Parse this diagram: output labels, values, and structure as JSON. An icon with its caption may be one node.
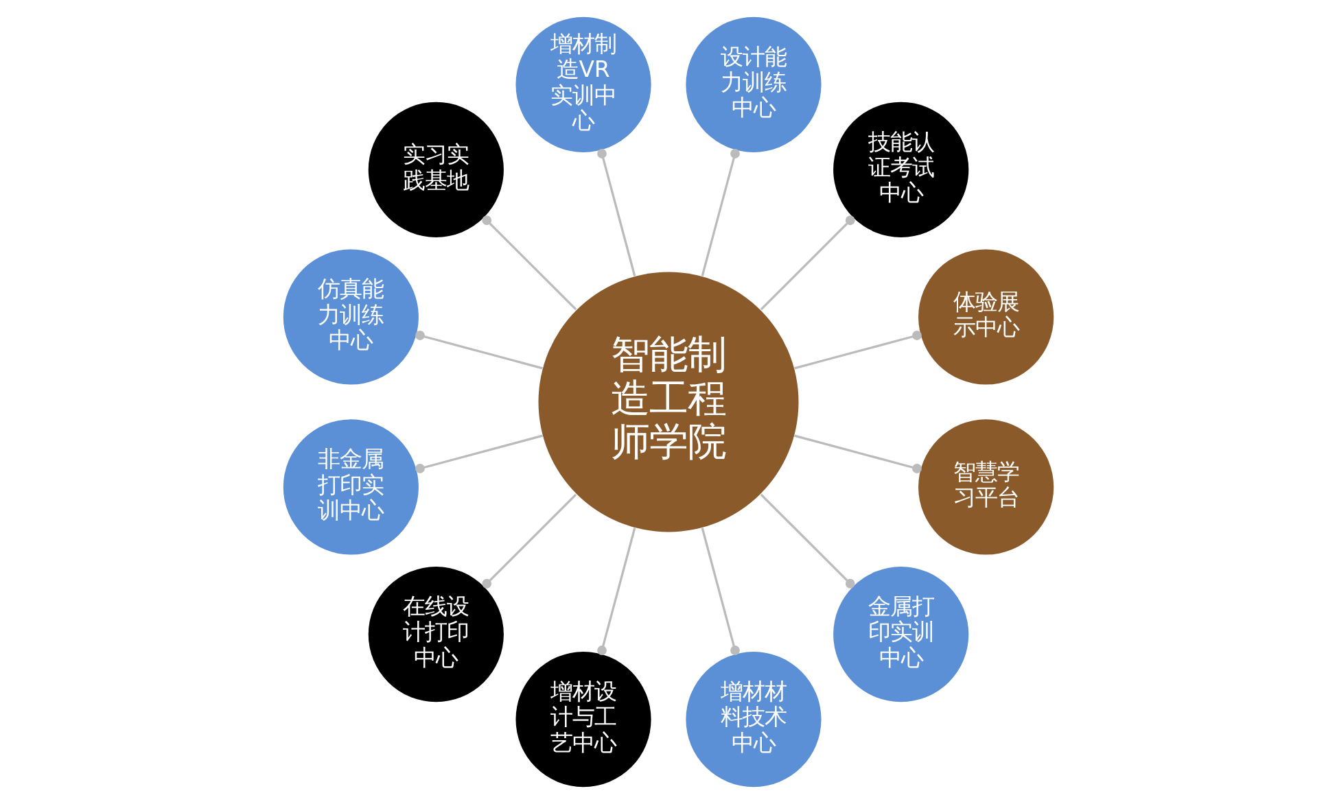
{
  "diagram": {
    "nodes": [
      {
        "text": [
          "智能制造工程师学院"
        ]
      },
      {
        "text": [
          "体验展示中心"
        ]
      },
      {
        "text": [
          "技能认证考试中心"
        ]
      },
      {
        "text": [
          "设计能力训练中心"
        ]
      },
      {
        "text": [
          "增材制造VR实训中心"
        ]
      },
      {
        "text": [
          "实习实践基地"
        ]
      },
      {
        "text": [
          "仿真能力训练中心"
        ]
      },
      {
        "text": [
          "非金属打印实训中心"
        ]
      },
      {
        "text": [
          "在线设计打印中心"
        ]
      },
      {
        "text": [
          "增材设计与工艺中心"
        ]
      },
      {
        "text": [
          "增材材料技术中心"
        ]
      },
      {
        "text": [
          "金属打印实训中心"
        ]
      },
      {
        "text": [
          "智慧学习平台"
        ]
      }
    ],
    "edges": [
      {
        "from": 0,
        "to": 1,
        "arrow": "other"
      },
      {
        "from": 0,
        "to": 4,
        "arrow": "other"
      },
      {
        "from": 0,
        "to": 5,
        "arrow": "other"
      },
      {
        "from": 0,
        "to": 7,
        "arrow": "other"
      },
      {
        "from": 0,
        "to": 9,
        "arrow": "other"
      },
      {
        "from": 0,
        "to": 11,
        "arrow": "other"
      },
      {
        "from": 0,
        "to": 12,
        "arrow": "other"
      },
      {
        "from": 0,
        "to": 10,
        "arrow": "other"
      },
      {
        "from": 0,
        "to": 8,
        "arrow": "other"
      },
      {
        "from": 0,
        "to": 6,
        "arrow": "other"
      },
      {
        "from": 0,
        "to": 2,
        "arrow": "other"
      },
      {
        "from": 0,
        "to": 3,
        "arrow": "other"
      }
    ]
  }
}
